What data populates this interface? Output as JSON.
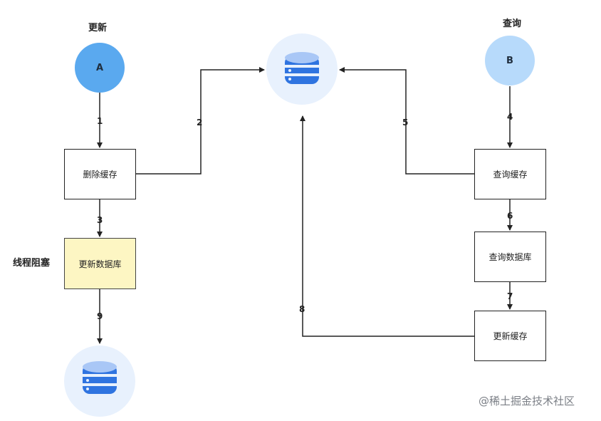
{
  "actors": {
    "a": {
      "caption": "更新",
      "letter": "A",
      "color": "#5aa9ef"
    },
    "b": {
      "caption": "查询",
      "letter": "B",
      "color": "#b7dafb"
    }
  },
  "left_flow": {
    "delete_cache": "删除缓存",
    "update_db": "更新数据库",
    "blocked_label": "线程阻塞"
  },
  "right_flow": {
    "query_cache": "查询缓存",
    "query_db": "查询数据库",
    "update_cache": "更新缓存"
  },
  "steps": [
    "1",
    "2",
    "3",
    "4",
    "5",
    "6",
    "7",
    "8",
    "9"
  ],
  "watermark": "@稀土掘金技术社区"
}
